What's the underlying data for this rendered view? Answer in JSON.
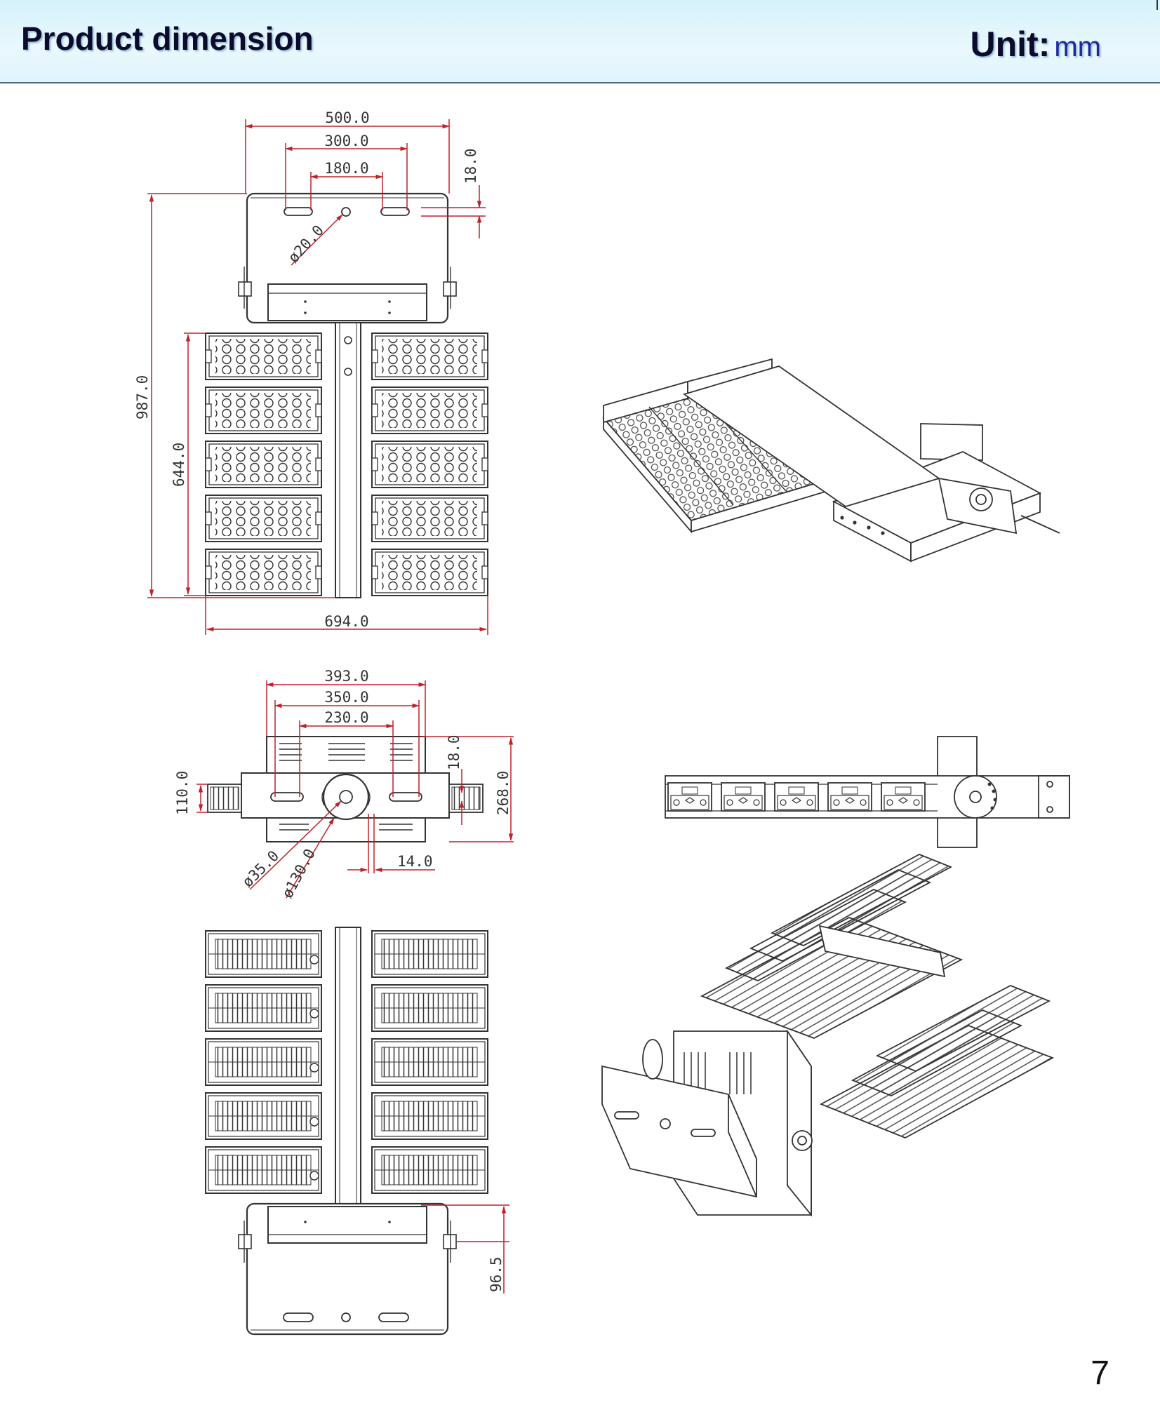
{
  "header": {
    "title": "Product dimension",
    "unit_label": "Unit:",
    "unit_value": "mm"
  },
  "page_number": "7",
  "colors": {
    "dimension": "#c0202a",
    "line": "#333333",
    "header_bg": "#dff4fb"
  },
  "front_view": {
    "dims": {
      "overall_width": "500.0",
      "slot_spacing": "300.0",
      "inner_slot": "180.0",
      "top_offset": "18.0",
      "hole_dia": "ø20.0",
      "total_height": "987.0",
      "panel_height": "644.0",
      "panel_width": "694.0"
    }
  },
  "side_view": {
    "dims": {
      "width_393": "393.0",
      "width_350": "350.0",
      "width_230": "230.0",
      "offset_18": "18.0",
      "height_268": "268.0",
      "height_110": "110.0",
      "dia_35": "ø35.0",
      "dia_130": "ø130.0",
      "gap_14": "14.0"
    }
  },
  "back_view": {
    "dims": {
      "depth_96": "96.5"
    }
  }
}
